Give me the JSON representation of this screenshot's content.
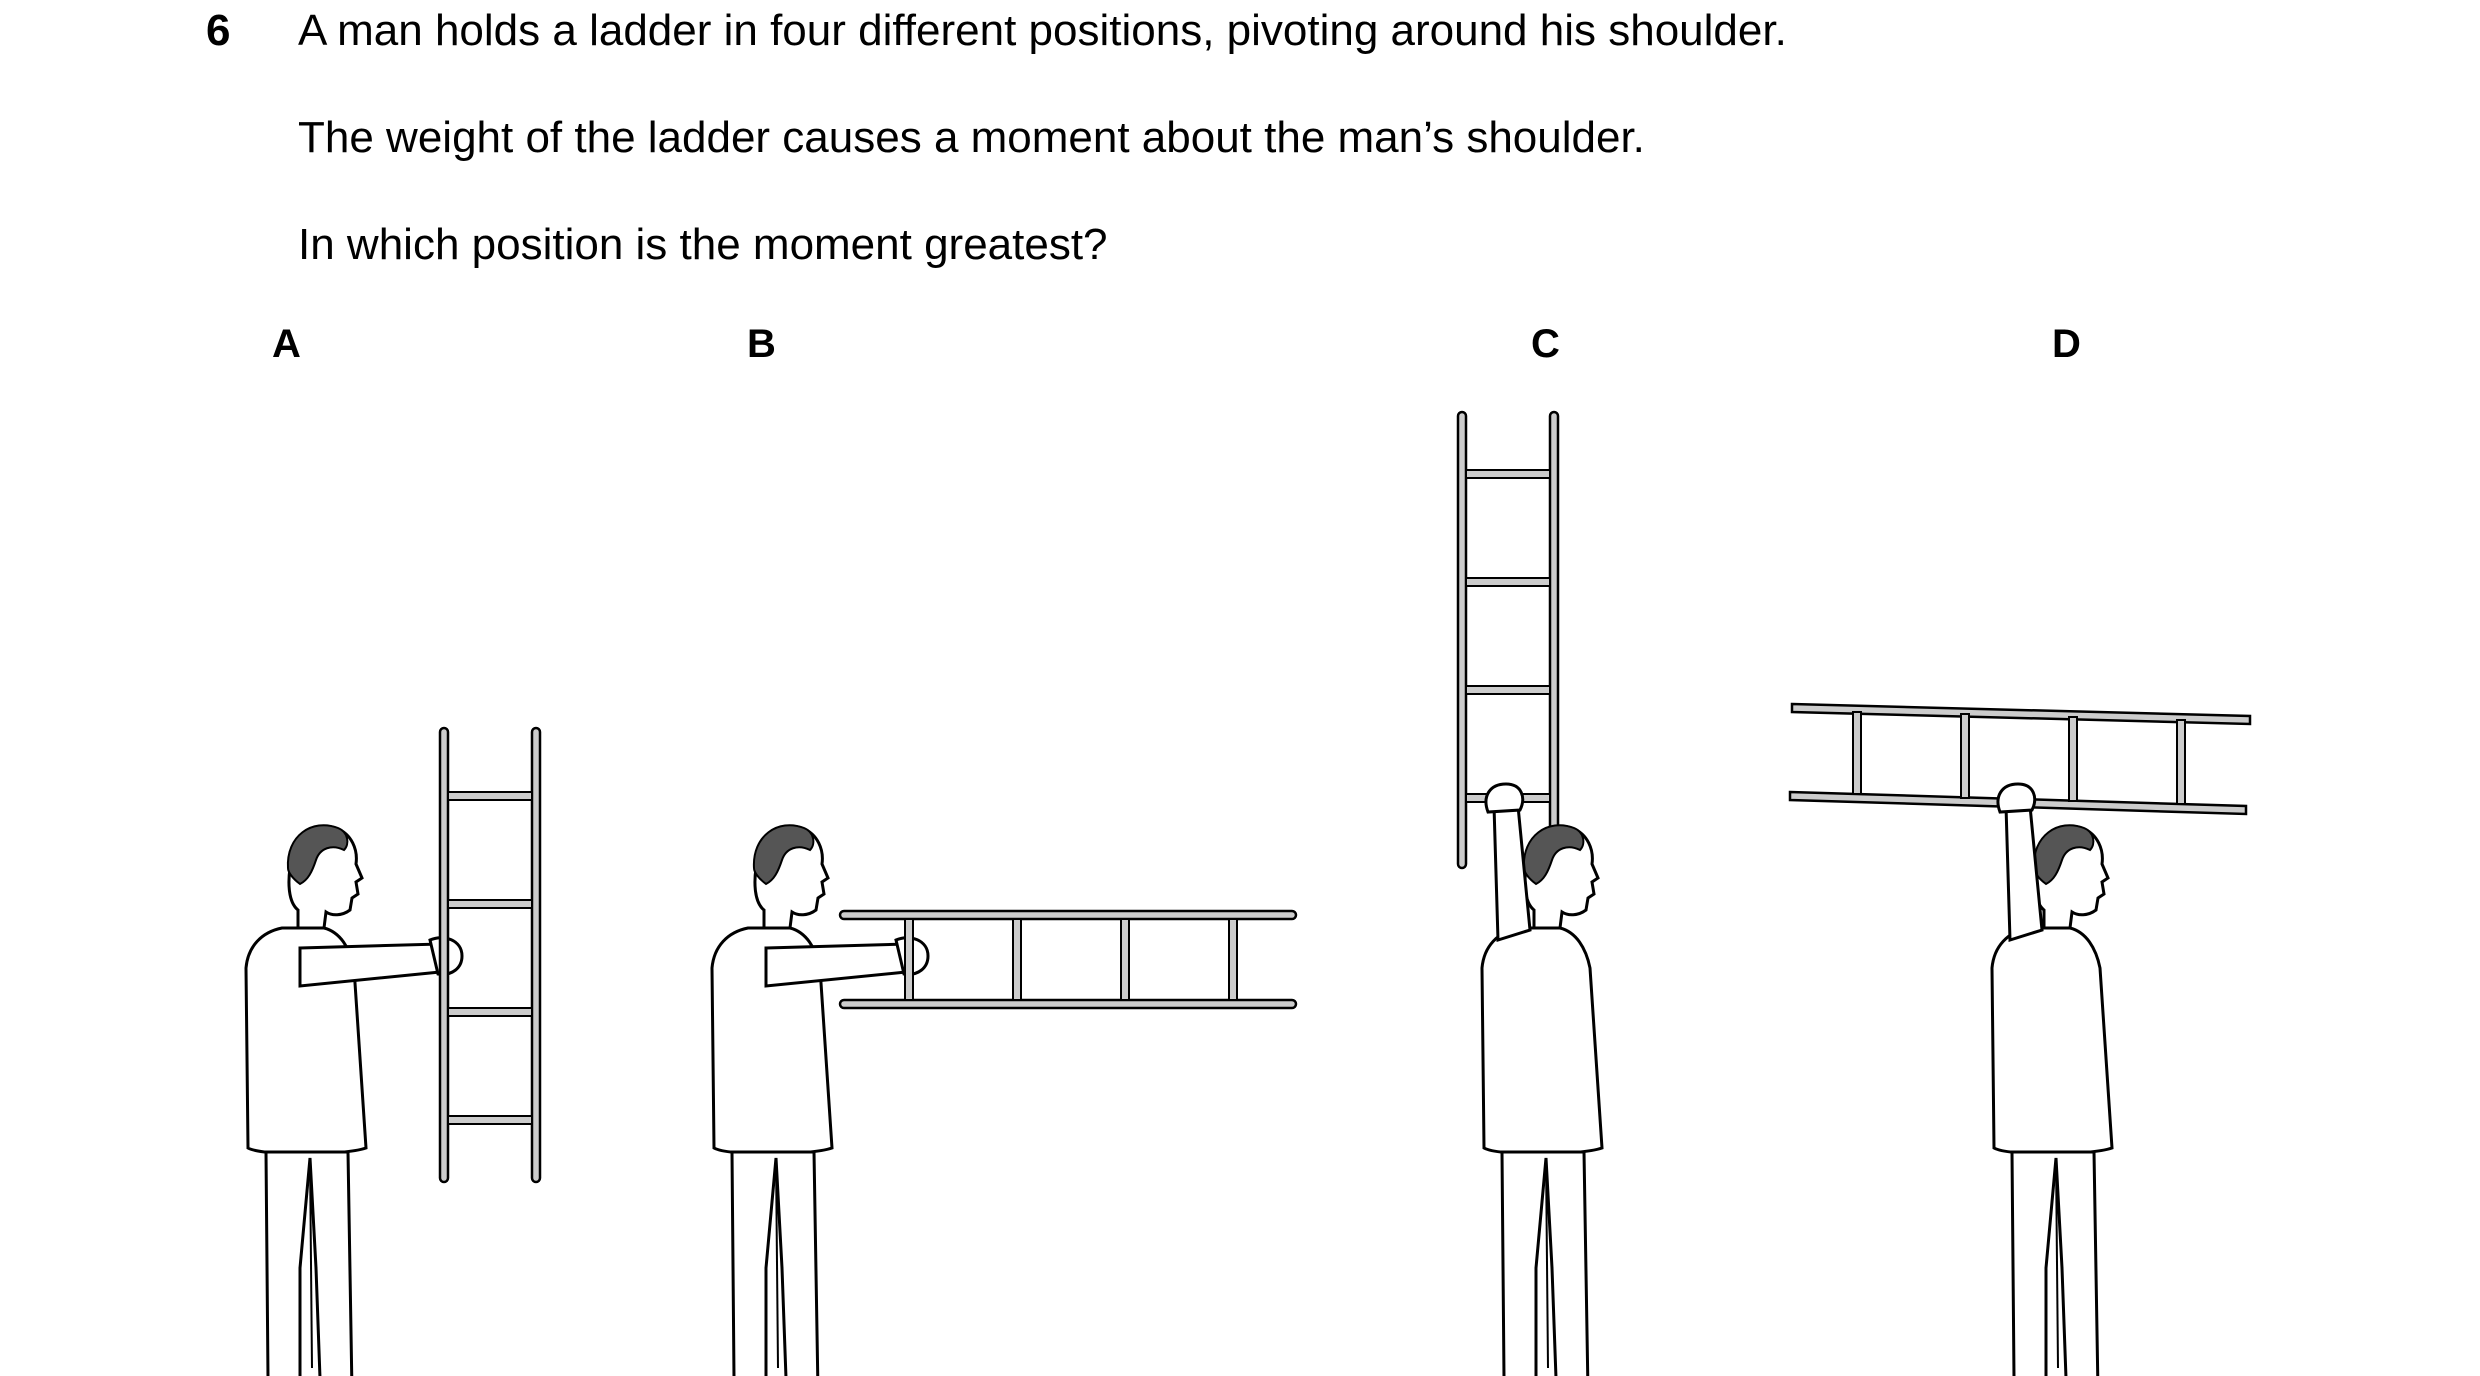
{
  "question": {
    "number": "6",
    "lines": [
      "A man holds a ladder in four different positions, pivoting around his shoulder.",
      "The weight of the ladder causes a moment about the man’s shoulder.",
      "In which position is the moment greatest?"
    ]
  },
  "options": [
    {
      "label": "A"
    },
    {
      "label": "B"
    },
    {
      "label": "C"
    },
    {
      "label": "D"
    }
  ]
}
